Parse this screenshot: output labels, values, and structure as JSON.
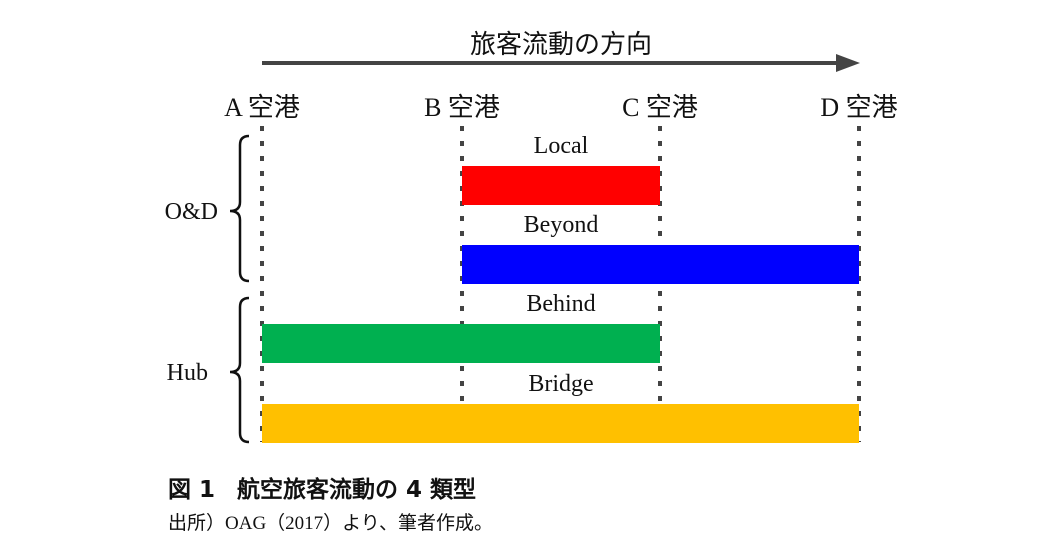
{
  "direction_label": "旅客流動の方向",
  "airports": [
    "A 空港",
    "B 空港",
    "C 空港",
    "D 空港"
  ],
  "groups": [
    {
      "label": "O&D"
    },
    {
      "label": "Hub"
    }
  ],
  "flows": [
    {
      "label": "Local",
      "from": 1,
      "to": 2,
      "color": "#ff0000"
    },
    {
      "label": "Beyond",
      "from": 1,
      "to": 3,
      "color": "#0000ff"
    },
    {
      "label": "Behind",
      "from": 0,
      "to": 2,
      "color": "#00b050"
    },
    {
      "label": "Bridge",
      "from": 0,
      "to": 3,
      "color": "#ffc000"
    }
  ],
  "caption": {
    "figure_number": "図 1",
    "title": "航空旅客流動の 4 類型"
  },
  "source": "出所）OAG（2017）より、筆者作成。"
}
